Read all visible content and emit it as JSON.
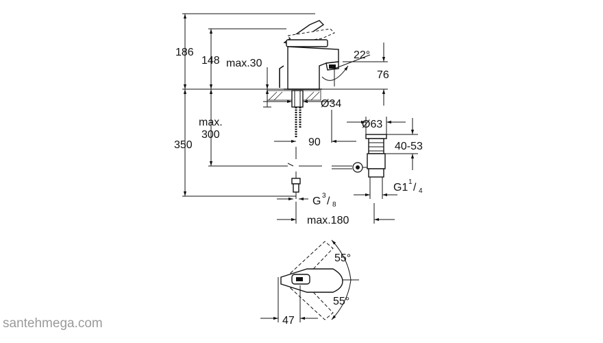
{
  "drawing": {
    "dimensions": {
      "total_height": "186",
      "spout_height": "148",
      "handle_clearance": "max.30",
      "lever_angle": "22°",
      "spout_projection": "76",
      "hole_diameter": "Ø34",
      "below_height_max_line1": "max.",
      "below_height_max_line2": "300",
      "below_height": "350",
      "offset": "90",
      "waste_diameter": "Ø63",
      "waste_range": "40-53",
      "waste_thread_base": "G1",
      "waste_thread_num": "1",
      "waste_thread_sep": "/",
      "waste_thread_den": "4",
      "supply_thread_base": "G",
      "supply_thread_num": "3",
      "supply_thread_sep": "/",
      "supply_thread_den": "8",
      "max_projection": "max.180",
      "rotation_angle_top": "55°",
      "rotation_angle_bottom": "55°",
      "top_view_offset": "47"
    },
    "watermark": "santehmega.com"
  }
}
